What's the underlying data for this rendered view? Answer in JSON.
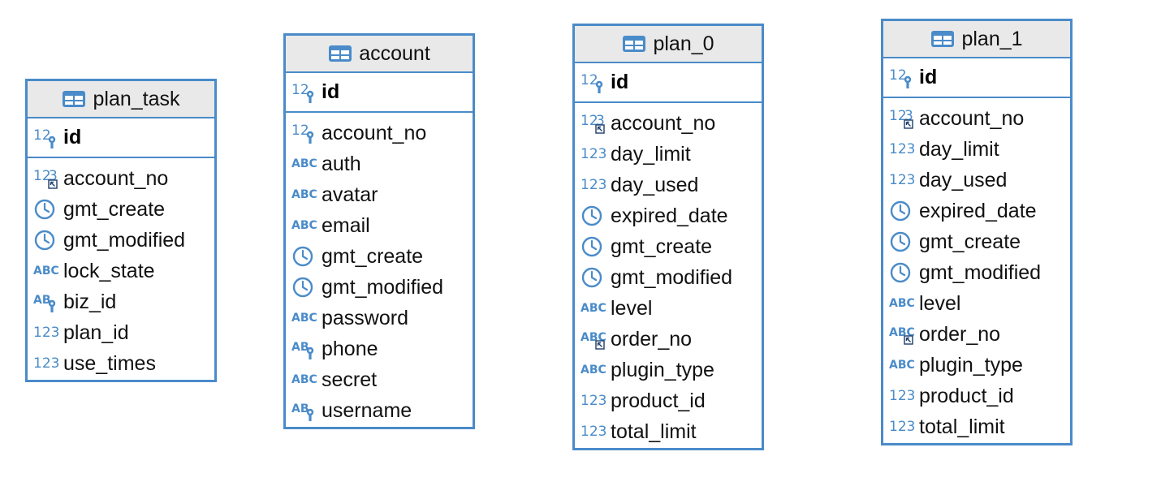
{
  "tables": [
    {
      "name": "plan_task",
      "pk": {
        "name": "id",
        "icon": "numeric-key-icon"
      },
      "columns": [
        {
          "name": "account_no",
          "icon": "numeric-fk-icon"
        },
        {
          "name": "gmt_create",
          "icon": "clock-icon"
        },
        {
          "name": "gmt_modified",
          "icon": "clock-icon"
        },
        {
          "name": "lock_state",
          "icon": "text-icon"
        },
        {
          "name": "biz_id",
          "icon": "text-key-icon"
        },
        {
          "name": "plan_id",
          "icon": "numeric-icon"
        },
        {
          "name": "use_times",
          "icon": "numeric-icon"
        }
      ]
    },
    {
      "name": "account",
      "pk": {
        "name": "id",
        "icon": "numeric-key-icon"
      },
      "columns": [
        {
          "name": "account_no",
          "icon": "numeric-key-icon"
        },
        {
          "name": "auth",
          "icon": "text-icon"
        },
        {
          "name": "avatar",
          "icon": "text-icon"
        },
        {
          "name": "email",
          "icon": "text-icon"
        },
        {
          "name": "gmt_create",
          "icon": "clock-icon"
        },
        {
          "name": "gmt_modified",
          "icon": "clock-icon"
        },
        {
          "name": "password",
          "icon": "text-icon"
        },
        {
          "name": "phone",
          "icon": "text-key-icon"
        },
        {
          "name": "secret",
          "icon": "text-icon"
        },
        {
          "name": "username",
          "icon": "text-key-icon"
        }
      ]
    },
    {
      "name": "plan_0",
      "pk": {
        "name": "id",
        "icon": "numeric-key-icon"
      },
      "columns": [
        {
          "name": "account_no",
          "icon": "numeric-fk-icon"
        },
        {
          "name": "day_limit",
          "icon": "numeric-icon"
        },
        {
          "name": "day_used",
          "icon": "numeric-icon"
        },
        {
          "name": "expired_date",
          "icon": "clock-icon"
        },
        {
          "name": "gmt_create",
          "icon": "clock-icon"
        },
        {
          "name": "gmt_modified",
          "icon": "clock-icon"
        },
        {
          "name": "level",
          "icon": "text-icon"
        },
        {
          "name": "order_no",
          "icon": "text-fk-icon"
        },
        {
          "name": "plugin_type",
          "icon": "text-icon"
        },
        {
          "name": "product_id",
          "icon": "numeric-icon"
        },
        {
          "name": "total_limit",
          "icon": "numeric-icon"
        }
      ]
    },
    {
      "name": "plan_1",
      "pk": {
        "name": "id",
        "icon": "numeric-key-icon"
      },
      "columns": [
        {
          "name": "account_no",
          "icon": "numeric-fk-icon"
        },
        {
          "name": "day_limit",
          "icon": "numeric-icon"
        },
        {
          "name": "day_used",
          "icon": "numeric-icon"
        },
        {
          "name": "expired_date",
          "icon": "clock-icon"
        },
        {
          "name": "gmt_create",
          "icon": "clock-icon"
        },
        {
          "name": "gmt_modified",
          "icon": "clock-icon"
        },
        {
          "name": "level",
          "icon": "text-icon"
        },
        {
          "name": "order_no",
          "icon": "text-fk-icon"
        },
        {
          "name": "plugin_type",
          "icon": "text-icon"
        },
        {
          "name": "product_id",
          "icon": "numeric-icon"
        },
        {
          "name": "total_limit",
          "icon": "numeric-icon"
        }
      ]
    }
  ],
  "colors": {
    "border": "#4a8bc9",
    "header_bg": "#e9e9e9",
    "icon_blue": "#4a8bc9"
  }
}
